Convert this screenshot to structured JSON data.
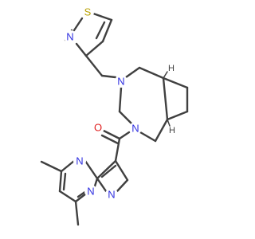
{
  "colors": {
    "bond": "#404040",
    "nitrogen": "#3030e0",
    "oxygen": "#e02020",
    "sulfur": "#b8a000",
    "hydrogen": "#404040"
  },
  "labels": {
    "thiazole_S": "S",
    "thiazole_N": "N",
    "diaza_N_upper": "N",
    "diaza_N_lower": "N",
    "carbonyl_O": "O",
    "pyrimidine_N": "N",
    "fused_N": "N",
    "pyrazole_N": "N",
    "stereo_H_upper": "H",
    "stereo_H_lower": "H"
  }
}
